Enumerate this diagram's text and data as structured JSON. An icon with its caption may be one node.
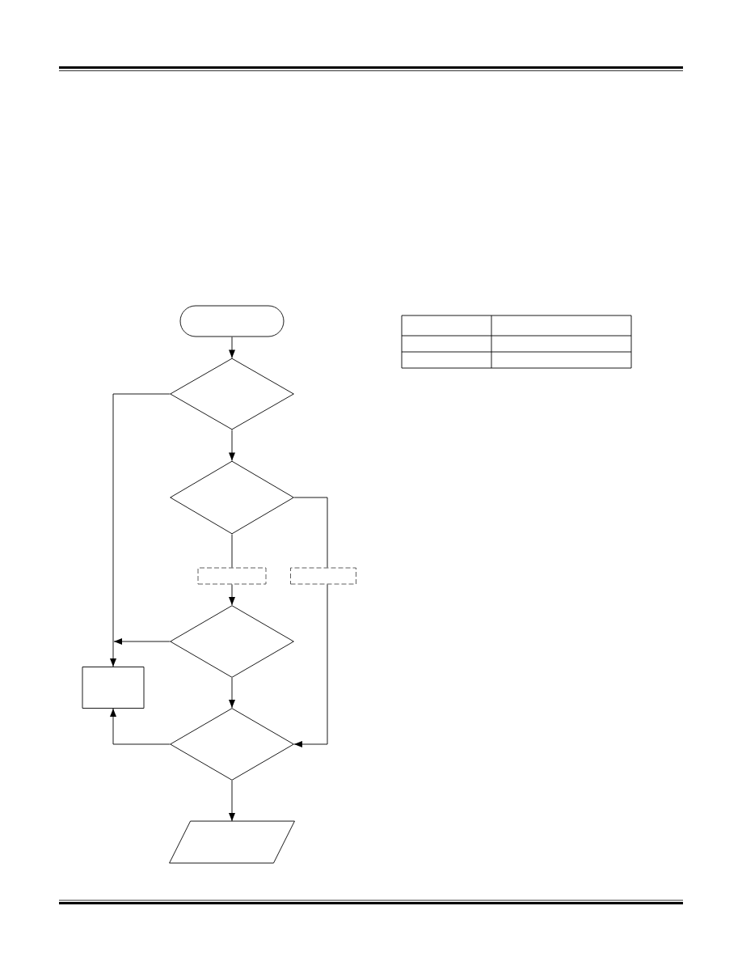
{
  "diagram": {
    "nodes": [
      {
        "text": [],
        "shape": "terminal"
      },
      {
        "text": [],
        "shape": "diamond"
      },
      {
        "text": [],
        "shape": "diamond"
      },
      {
        "text": [],
        "shape": "box"
      },
      {
        "text": [],
        "shape": "box"
      },
      {
        "text": [],
        "shape": "diamond"
      },
      {
        "text": [],
        "shape": "box"
      },
      {
        "text": [],
        "shape": "diamond"
      },
      {
        "text": [],
        "shape": "parallelogram"
      }
    ],
    "edges": [
      {
        "from": 0,
        "to": 1,
        "arrow": "to"
      },
      {
        "from": 1,
        "to": 2,
        "arrow": "to"
      },
      {
        "from": 1,
        "to": 6,
        "arrow": "to"
      },
      {
        "from": 2,
        "to": 3,
        "arrow": "none"
      },
      {
        "from": 3,
        "to": 5,
        "arrow": "to"
      },
      {
        "from": 2,
        "to": 4,
        "arrow": "none"
      },
      {
        "from": 4,
        "to": 7,
        "arrow": "to"
      },
      {
        "from": 5,
        "to": 6,
        "arrow": "to"
      },
      {
        "from": 5,
        "to": 7,
        "arrow": "to"
      },
      {
        "from": 7,
        "to": 6,
        "arrow": "to"
      },
      {
        "from": 7,
        "to": 8,
        "arrow": "to"
      }
    ]
  }
}
